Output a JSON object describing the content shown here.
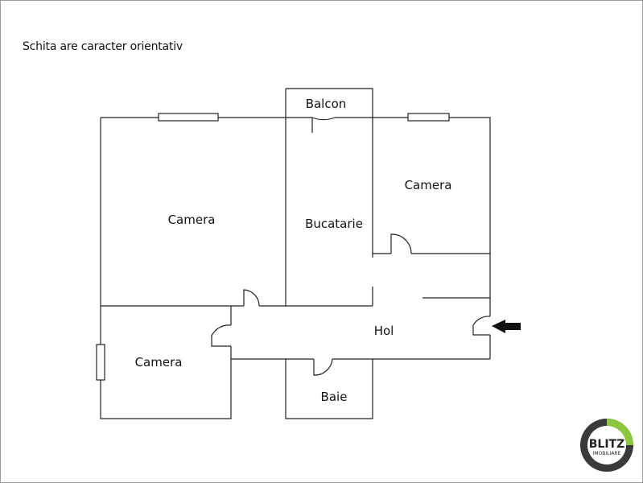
{
  "note": "Schita are caracter orientativ",
  "rooms": {
    "balcon": "Balcon",
    "camera_left": "Camera",
    "bucatarie": "Bucatarie",
    "camera_right": "Camera",
    "hol": "Hol",
    "camera_bottom": "Camera",
    "baie": "Baie"
  },
  "logo": {
    "name": "BLITZ",
    "tagline": "IMOBILIARE",
    "ring_color": "#3a3a3a",
    "accent_color": "#8dc63f"
  },
  "entrance": "arrow-icon"
}
